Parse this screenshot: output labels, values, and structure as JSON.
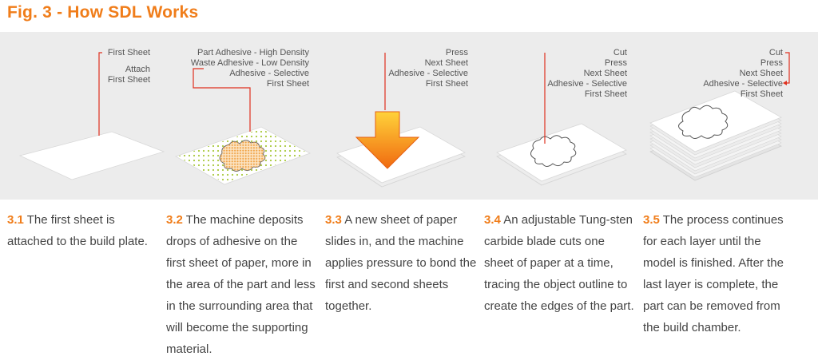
{
  "figure": {
    "title": "Fig. 3 - How SDL Works"
  },
  "colors": {
    "accent": "#f07d1a",
    "band": "#ececec",
    "leader": "#e0301e",
    "dots": "#a8c83c",
    "arrow_top": "#ffd23a",
    "arrow_bottom": "#f06a10"
  },
  "steps": [
    {
      "labels": [
        "First Sheet",
        "Attach",
        "First Sheet"
      ],
      "number": "3.1",
      "caption": "The first sheet is attached to the build plate."
    },
    {
      "labels": [
        "Part Adhesive - High Density",
        "Waste Adhesive - Low Density",
        "Adhesive - Selective",
        "First Sheet"
      ],
      "number": "3.2",
      "caption": "The machine deposits drops of adhesive on the first sheet of paper, more in the area of the part and less in the surrounding area that will become the supporting material."
    },
    {
      "labels": [
        "Press",
        "Next Sheet",
        "Adhesive - Selective",
        "First Sheet"
      ],
      "number": "3.3",
      "caption": "A new sheet of paper slides in, and the machine applies pressure to bond the first and second sheets together."
    },
    {
      "labels": [
        "Cut",
        "Press",
        "Next Sheet",
        "Adhesive - Selective",
        "First Sheet"
      ],
      "number": "3.4",
      "caption": "An adjustable Tung-sten carbide blade cuts one sheet of paper at a time, tracing the object outline to create the edges of the part."
    },
    {
      "labels": [
        "Cut",
        "Press",
        "Next Sheet",
        "Adhesive - Selective",
        "First Sheet"
      ],
      "number": "3.5",
      "caption": "The process continues for each layer until the model is finished. After the last layer is complete, the part can be removed from the build chamber."
    }
  ]
}
